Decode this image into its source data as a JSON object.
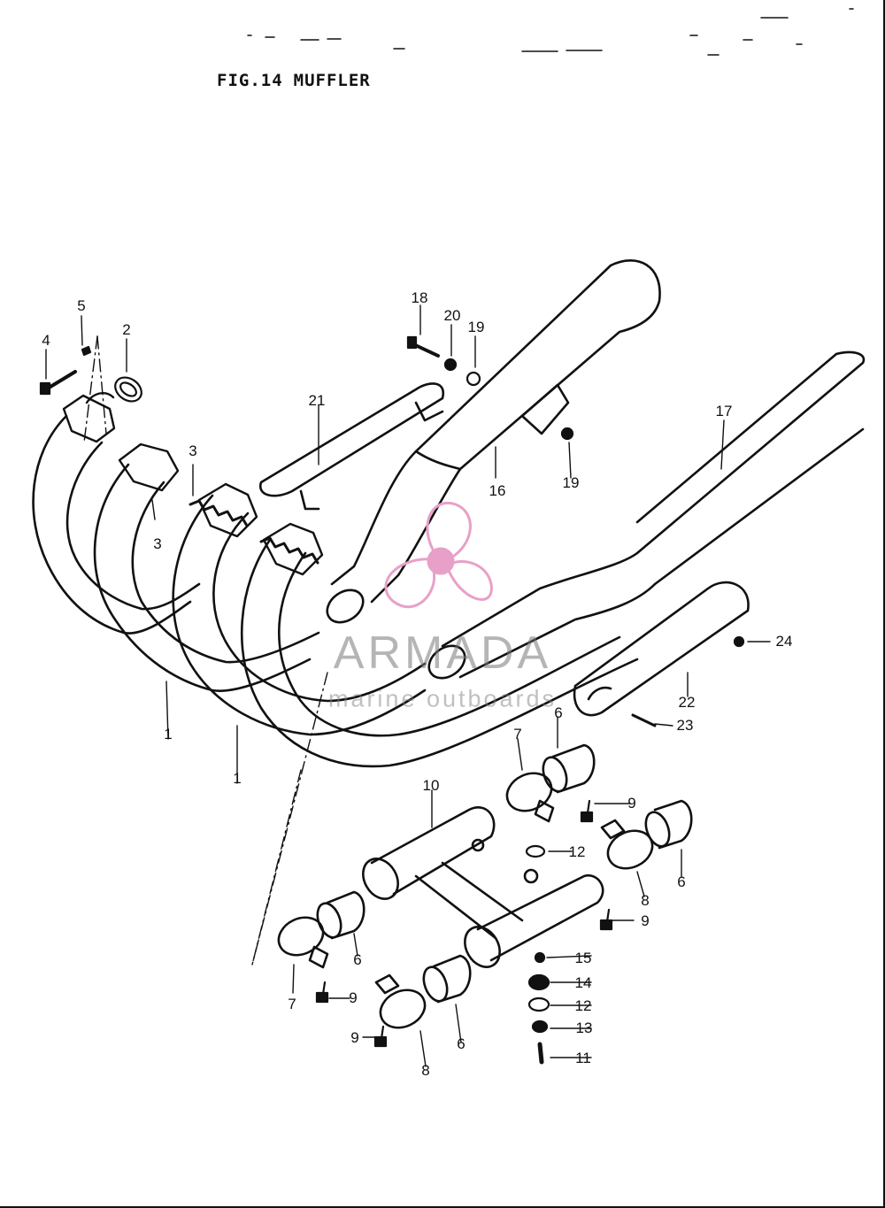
{
  "figure": {
    "number": "FIG.14",
    "name": "MUFFLER"
  },
  "watermark": {
    "brand": "ARMADA",
    "tagline": "marine outboards",
    "logo_color": "#e8a0c8"
  },
  "callouts": {
    "c1a": "1",
    "c1b": "1",
    "c2": "2",
    "c3a": "3",
    "c3b": "3",
    "c4": "4",
    "c5": "5",
    "c6a": "6",
    "c6b": "6",
    "c6c": "6",
    "c6d": "6",
    "c7a": "7",
    "c7b": "7",
    "c8a": "8",
    "c8b": "8",
    "c9a": "9",
    "c9b": "9",
    "c9c": "9",
    "c9d": "9",
    "c10": "10",
    "c11": "11",
    "c12a": "12",
    "c12b": "12",
    "c13": "13",
    "c14": "14",
    "c15": "15",
    "c16": "16",
    "c17": "17",
    "c18": "18",
    "c19a": "19",
    "c19b": "19",
    "c20": "20",
    "c21": "21",
    "c22": "22",
    "c23": "23",
    "c24": "24"
  }
}
